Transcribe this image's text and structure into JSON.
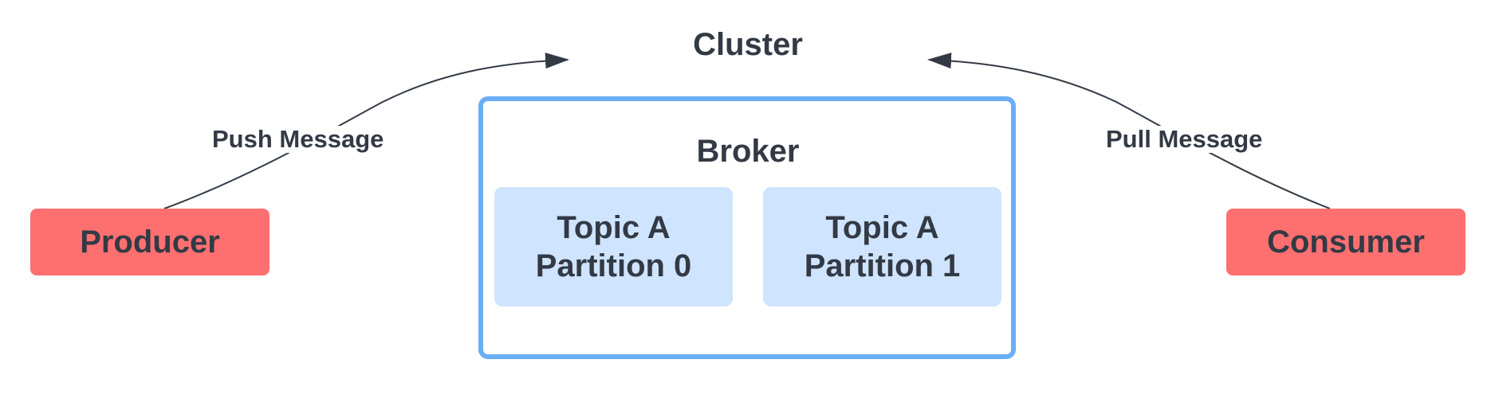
{
  "cluster": {
    "label": "Cluster"
  },
  "broker": {
    "label": "Broker",
    "partitions": [
      {
        "topic": "Topic A",
        "partition": "Partition 0"
      },
      {
        "topic": "Topic A",
        "partition": "Partition 1"
      }
    ]
  },
  "producer": {
    "label": "Producer"
  },
  "consumer": {
    "label": "Consumer"
  },
  "edges": {
    "push": {
      "label": "Push Message"
    },
    "pull": {
      "label": "Pull Message"
    }
  },
  "colors": {
    "node_fill": "#fe7070",
    "broker_border": "#6aaef5",
    "partition_fill": "#cfe4fe",
    "text": "#333a45",
    "edge": "#333a45"
  }
}
